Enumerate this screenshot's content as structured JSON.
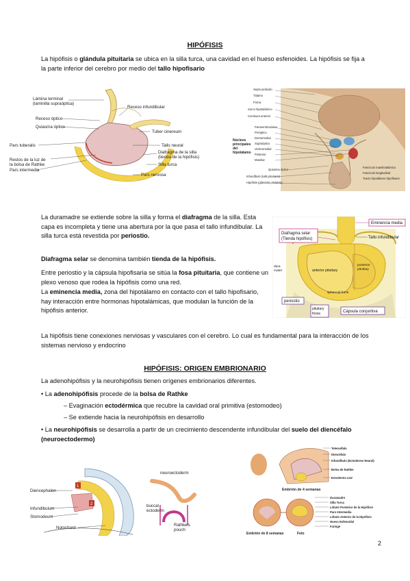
{
  "section1": {
    "title": "HIPÓFISIS",
    "p1": [
      {
        "t": "La hipófisis o "
      },
      {
        "t": "glándula pituitaria",
        "b": true
      },
      {
        "t": " se ubica en la silla turca, una cavidad en el hueso esfenoides. La hipófisis se fija a la parte inferior del cerebro por medio del "
      },
      {
        "t": "tallo hipofisario",
        "b": true
      }
    ],
    "p2": [
      {
        "t": "La duramadre se extiende sobre la silla y forma el "
      },
      {
        "t": "diafragma",
        "b": true
      },
      {
        "t": " de la silla.  Esta capa es incompleta y tiene una abertura por la que pasa el tallo infundibular. La silla turca está revestida por "
      },
      {
        "t": "periostio.",
        "b": true
      }
    ],
    "p3": [
      {
        "t": "Diafragma selar",
        "b": true
      },
      {
        "t": " se denomina también "
      },
      {
        "t": "tienda de la hipófisis.",
        "b": true
      }
    ],
    "p4": [
      {
        "t": "Entre periostio y la cápsula hipofisaria se sitúa la "
      },
      {
        "t": "fosa pituitaria",
        "b": true
      },
      {
        "t": ", que contiene un plexo  venoso que rodea la hipófisis como una red."
      }
    ],
    "p5": [
      {
        "t": "La "
      },
      {
        "t": "eminencia media,",
        "b": true
      },
      {
        "t": " zona del hipotálamo en contacto con el tallo hipofisario, hay interacción entre hormonas hipotalámicas, que modulan la función de la hipófisis anterior."
      }
    ],
    "p6": [
      {
        "t": "La hipófisis tiene conexiones nerviosas y vasculares con el cerebro. Lo cual es fundamental para la interacción de los sistemas nervioso y endocrino"
      }
    ]
  },
  "section2": {
    "title": "HIPÓFISIS: ORIGEN EMBRIONARIO",
    "p1": [
      {
        "t": "La adenohipófisis y la neurohipófisis tienen orígenes embrionarios diferentes."
      }
    ],
    "b1": [
      {
        "t": "• La "
      },
      {
        "t": "adenohipófisis",
        "b": true
      },
      {
        "t": " procede de la "
      },
      {
        "t": "bolsa de Rathke",
        "b": true
      }
    ],
    "b1a": [
      {
        "t": "– Evaginación "
      },
      {
        "t": "ectodérmica",
        "b": true
      },
      {
        "t": " que recubre la cavidad oral primitiva (estomodeo)"
      }
    ],
    "b1b": [
      {
        "t": "– Se extiende hacia la neurohipófisis en desarrollo"
      }
    ],
    "b2": [
      {
        "t": "•  La "
      },
      {
        "t": "neurohipófisis",
        "b": true
      },
      {
        "t": " se desarrolla a partir de un crecimiento descendente infundibular del "
      },
      {
        "t": "suelo del diencéfalo (neuroectodermo)",
        "b": true
      }
    ]
  },
  "fig1": {
    "labels": [
      "Lámina terminal",
      "(laminilla supraóptica)",
      "Receso óptico",
      "Quiasma óptico",
      "Pars tuberalis",
      "Restos de la luz de",
      "la bolsa de Rathke",
      "Pars intermedia",
      "Receso infundibular",
      "Tuber cinereum",
      "Tallo neural",
      "Diafragma de la silla",
      "(tienda de la hipófisis)",
      "Silla turca",
      "Pars nervosa"
    ]
  },
  "fig2": {
    "labels": [
      "Septo pelúcido",
      "Tálamo",
      "Fórnix",
      "Surco hipotalámico",
      "Comisura anterior",
      "Paraventriculares",
      "Preóptico",
      "Dorsomedial",
      "Supraóptico",
      "Ventromedial",
      "Posterior",
      "Mamilar",
      "Quiasma óptico",
      "Infundíbulo (tallo pituitario)",
      "Hipófisis (glándula pituitaria)",
      "Fascículo mamilotalámico",
      "Fascículo longitudinal",
      "Tracto hipotálamo-hipofisario"
    ],
    "side_label": [
      "Núcleos",
      "principales",
      "del",
      "hipotálamo"
    ]
  },
  "fig3": {
    "labels": [
      "Eminencia media",
      "Diafragma selar",
      "(Tienda hipófisis)",
      "Tallo infundibular",
      "dura",
      "mater",
      "anterior pituitary",
      "posterior",
      "pituitary",
      "sphenoid bone",
      "periostio",
      "pituitary",
      "fossa",
      "Cápsula conjuntiva"
    ]
  },
  "fig4": {
    "labels": [
      "neuroectoderm",
      "Diencephalon",
      "Infundibulum",
      "Stomodeum",
      "Notochord",
      "buccal",
      "ectoderm",
      "Rathke's",
      "pouch",
      "1",
      "2"
    ]
  },
  "fig5": {
    "labels": [
      "Telencéfalo",
      "Diencéfalo",
      "Infundíbulo (Ectodermo Neural)",
      "Bolsa de Rathke",
      "Ectodermo oral",
      "Embrión de 4 semanas",
      "Duramadre",
      "Silla Turca",
      "Lóbulo Posterior de la Hipófisis",
      "Pars Intermedia",
      "Lóbulo Anterior de la Hipófisis",
      "Hueso Esfenoidal",
      "Faringe",
      "Embrión de 8 semanas",
      "Feto"
    ]
  },
  "page_number": "2",
  "colors": {
    "accent_pink": "#c0398a",
    "box_purple": "#6b3fa0",
    "tissue_pink": "#e8b4b8",
    "yellow": "#f2d24a"
  }
}
